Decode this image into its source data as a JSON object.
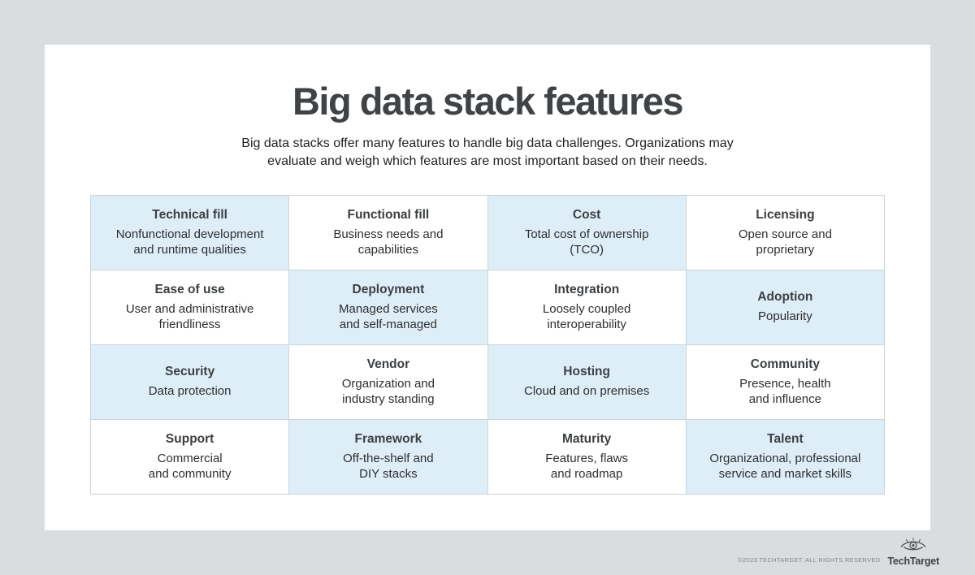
{
  "header": {
    "title": "Big data stack features",
    "subtitle": "Big data stacks offer many features to handle big data challenges. Organizations may\nevaluate and weigh which features are most important based on their needs."
  },
  "cells": [
    {
      "title": "Technical fill",
      "desc": "Nonfunctional development\nand runtime qualities",
      "highlighted": true
    },
    {
      "title": "Functional fill",
      "desc": "Business needs and\ncapabilities",
      "highlighted": false
    },
    {
      "title": "Cost",
      "desc": "Total cost of ownership\n(TCO)",
      "highlighted": true
    },
    {
      "title": "Licensing",
      "desc": "Open source and\nproprietary",
      "highlighted": false
    },
    {
      "title": "Ease of use",
      "desc": "User and administrative\nfriendliness",
      "highlighted": false
    },
    {
      "title": "Deployment",
      "desc": "Managed services\nand self-managed",
      "highlighted": true
    },
    {
      "title": "Integration",
      "desc": "Loosely coupled\ninteroperability",
      "highlighted": false
    },
    {
      "title": "Adoption",
      "desc": "Popularity",
      "highlighted": true
    },
    {
      "title": "Security",
      "desc": "Data protection",
      "highlighted": true
    },
    {
      "title": "Vendor",
      "desc": "Organization and\nindustry standing",
      "highlighted": false
    },
    {
      "title": "Hosting",
      "desc": "Cloud and on premises",
      "highlighted": true
    },
    {
      "title": "Community",
      "desc": "Presence, health\nand influence",
      "highlighted": false
    },
    {
      "title": "Support",
      "desc": "Commercial\nand community",
      "highlighted": false
    },
    {
      "title": "Framework",
      "desc": "Off-the-shelf and\nDIY stacks",
      "highlighted": true
    },
    {
      "title": "Maturity",
      "desc": "Features, flaws\nand roadmap",
      "highlighted": false
    },
    {
      "title": "Talent",
      "desc": "Organizational, professional\nservice and market skills",
      "highlighted": true
    }
  ],
  "footer": {
    "copyright": "©2023 TECHTARGET. ALL RIGHTS RESERVED",
    "brand": "TechTarget"
  },
  "colors": {
    "background": "#d9dde0",
    "card": "#ffffff",
    "cell_highlight": "#ddeef9",
    "grid_border": "#ccd4d9",
    "heading_text": "#3f4346"
  }
}
